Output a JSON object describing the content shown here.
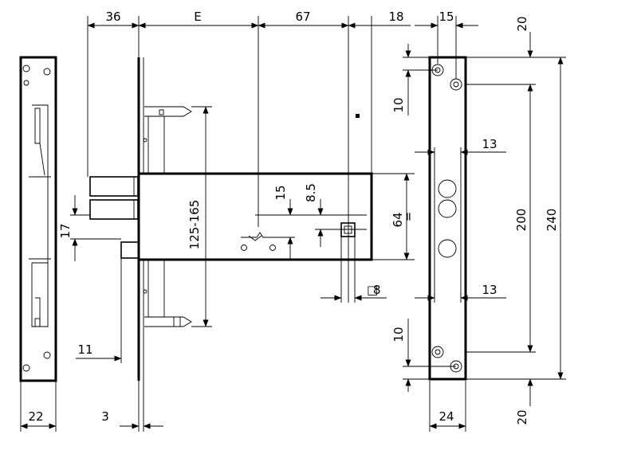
{
  "diagram": {
    "dimensions": {
      "top_36": "36",
      "top_E": "E",
      "top_67": "67",
      "top_18": "18",
      "top_15": "15",
      "right_top_20": "20",
      "left_10_top": "10",
      "mid_13_top": "13",
      "range_125_165": "125-165",
      "v_15": "15",
      "v_8_5": "8.5",
      "v_64": "64",
      "v_17": "17",
      "sq_8": "8",
      "v_200": "200",
      "v_240": "240",
      "mid_13_bottom": "13",
      "left_10_bottom": "10",
      "h_11": "11",
      "bottom_22": "22",
      "bottom_3": "3",
      "bottom_24": "24",
      "right_bottom_20": "20"
    },
    "symbols": {
      "square_symbol": "□",
      "parallel_mark": "="
    }
  }
}
